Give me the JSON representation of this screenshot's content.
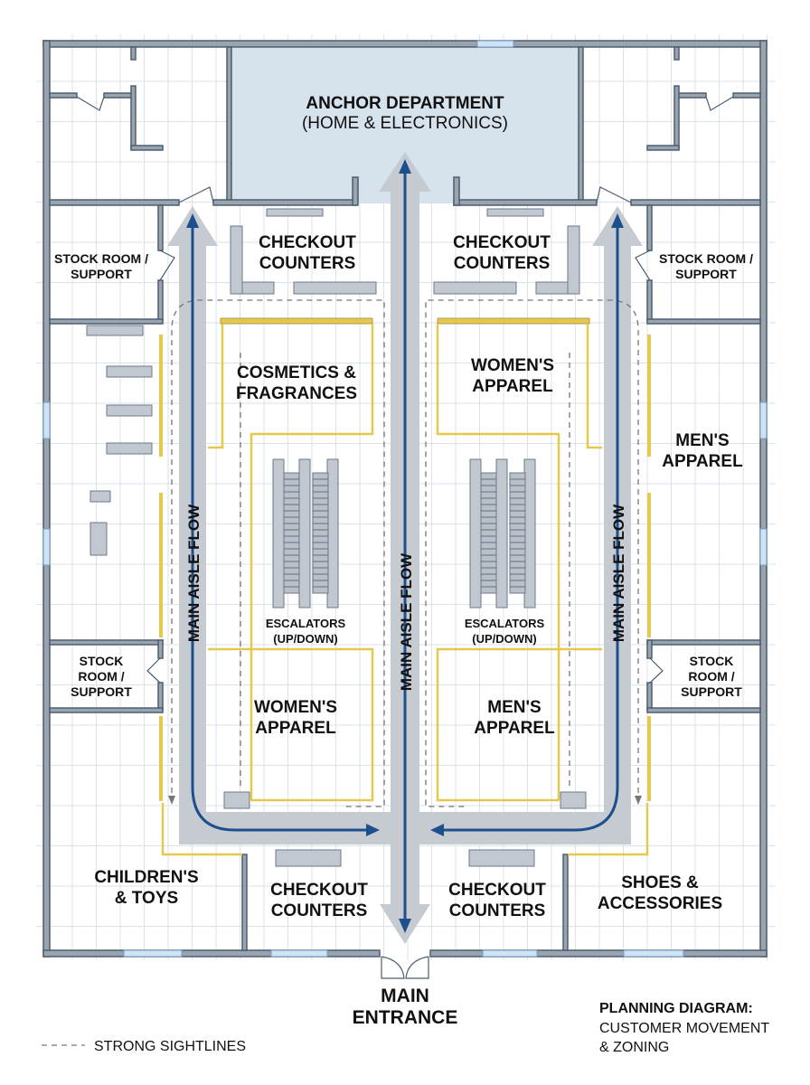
{
  "zones": {
    "anchor_title": "ANCHOR DEPARTMENT",
    "anchor_sub": "(HOME & ELECTRONICS)",
    "checkout_tl_1": "CHECKOUT",
    "checkout_tl_2": "COUNTERS",
    "checkout_tr_1": "CHECKOUT",
    "checkout_tr_2": "COUNTERS",
    "checkout_bl_1": "CHECKOUT",
    "checkout_bl_2": "COUNTERS",
    "checkout_br_1": "CHECKOUT",
    "checkout_br_2": "COUNTERS",
    "stock_tl_1": "STOCK ROOM /",
    "stock_tl_2": "SUPPORT",
    "stock_tr_1": "STOCK ROOM /",
    "stock_tr_2": "SUPPORT",
    "stock_ml_1": "STOCK",
    "stock_ml_2": "ROOM /",
    "stock_ml_3": "SUPPORT",
    "stock_mr_1": "STOCK",
    "stock_mr_2": "ROOM /",
    "stock_mr_3": "SUPPORT",
    "cosmetics_1": "COSMETICS &",
    "cosmetics_2": "FRAGRANCES",
    "womens_top_1": "WOMEN'S",
    "womens_top_2": "APPAREL",
    "mens_right_1": "MEN'S",
    "mens_right_2": "APPAREL",
    "womens_bottom_1": "WOMEN'S",
    "womens_bottom_2": "APPAREL",
    "mens_bottom_1": "MEN'S",
    "mens_bottom_2": "APPAREL",
    "escalators_l_1": "ESCALATORS",
    "escalators_l_2": "(UP/DOWN)",
    "escalators_r_1": "ESCALATORS",
    "escalators_r_2": "(UP/DOWN)",
    "children_1": "CHILDREN'S",
    "children_2": "& TOYS",
    "shoes_1": "SHOES &",
    "shoes_2": "ACCESSORIES"
  },
  "flow": {
    "left": "MAIN AISLE FLOW",
    "center": "MAIN AISLE FLOW",
    "right": "MAIN AISLE FLOW"
  },
  "entrance": {
    "line1": "MAIN",
    "line2": "ENTRANCE"
  },
  "legend": {
    "sightlines": "STRONG SIGHTLINES"
  },
  "caption": {
    "title": "PLANNING DIAGRAM:",
    "line1": "CUSTOMER MOVEMENT",
    "line2": "& ZONING"
  },
  "colors": {
    "wall": "#9aa4ae",
    "aisle": "#c6cbd1",
    "flow_arrow": "#1d4f8f",
    "zone_boundary": "#e4c94e",
    "anchor_fill": "#d6e2ec"
  }
}
